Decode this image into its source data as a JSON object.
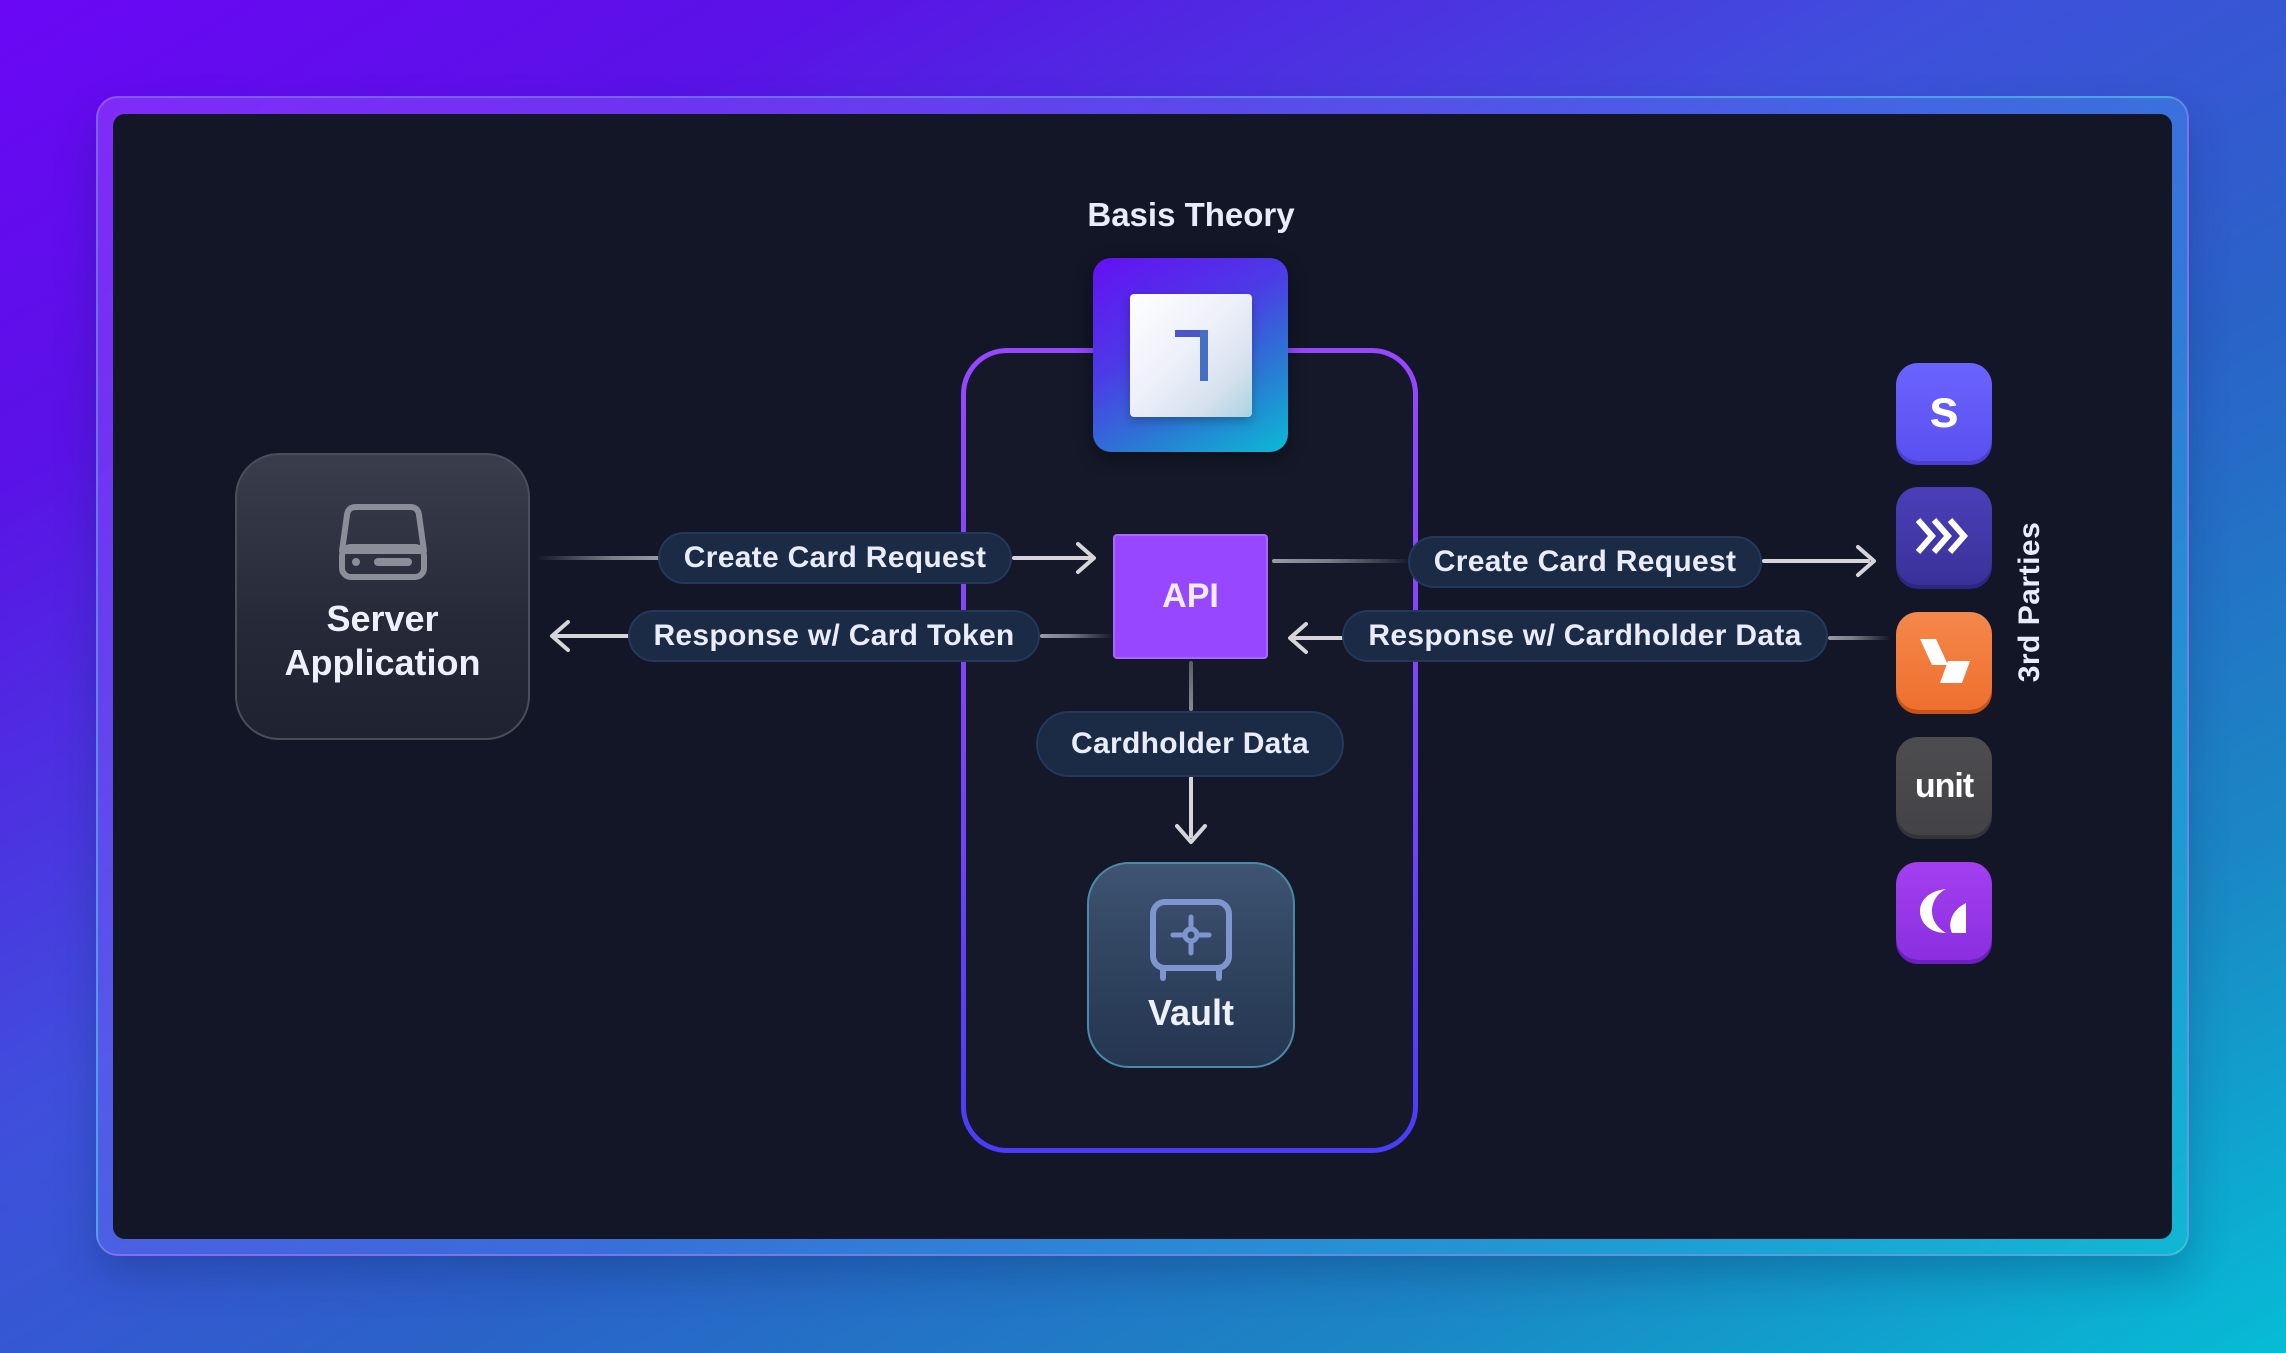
{
  "diagram": {
    "title": "Basis Theory",
    "nodes": {
      "server": {
        "label_line1": "Server",
        "label_line2": "Application",
        "icon": "server-drive-icon"
      },
      "api": {
        "label": "API"
      },
      "vault": {
        "label": "Vault",
        "icon": "safe-icon"
      },
      "third_parties": {
        "label": "3rd Parties",
        "items": [
          {
            "name": "stripe",
            "glyph": "s",
            "color": "#635bff"
          },
          {
            "name": "chevrons-provider",
            "glyph": "»»",
            "color": "#3f35a8"
          },
          {
            "name": "orange-provider",
            "glyph": "",
            "color": "#f07b3a"
          },
          {
            "name": "unit",
            "glyph": "unit",
            "color": "#4a4a4c"
          },
          {
            "name": "purple-provider",
            "glyph": "",
            "color": "#9333ea"
          }
        ]
      }
    },
    "edges": {
      "left_request": "Create Card Request",
      "left_response": "Response w/ Card Token",
      "vault_store": "Cardholder Data",
      "right_request": "Create Card Request",
      "right_response": "Response w/ Cardholder Data"
    },
    "colors": {
      "accent": "#9747ff",
      "panel": "#121626",
      "pill": "#1b2a45"
    }
  }
}
